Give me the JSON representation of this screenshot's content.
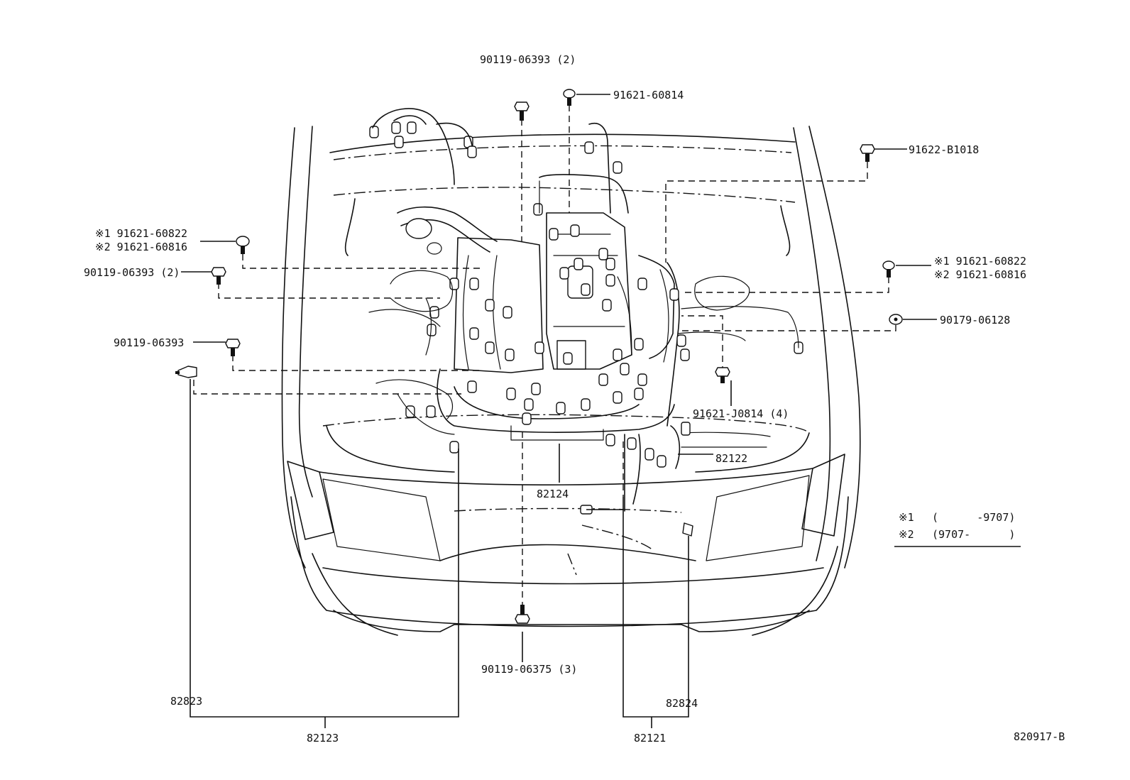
{
  "figure_code": "820917-B",
  "legend": {
    "row1_mark": "※1",
    "row1_value": "(      -9707)",
    "row2_mark": "※2",
    "row2_value": "(9707-      )"
  },
  "callouts": {
    "top_bolt": "90119-06393 (2)",
    "top_clip": "91621-60814",
    "right_bolt_top": "91622-B1018",
    "left_alt1": "※1 91621-60822",
    "left_alt2": "※2 91621-60816",
    "left_bolt_a": "90119-06393 (2)",
    "left_bolt_b": "90119-06393",
    "right_alt1": "※1 91621-60822",
    "right_alt2": "※2 91621-60816",
    "right_nut": "90179-06128",
    "right_bolt_mid": "91621-J0814 (4)",
    "bottom_bolt": "90119-06375 (3)"
  },
  "harness_labels": {
    "h82122": "82122",
    "h82124": "82124",
    "h82823": "82823",
    "h82123": "82123",
    "h82824": "82824",
    "h82121": "82121"
  }
}
